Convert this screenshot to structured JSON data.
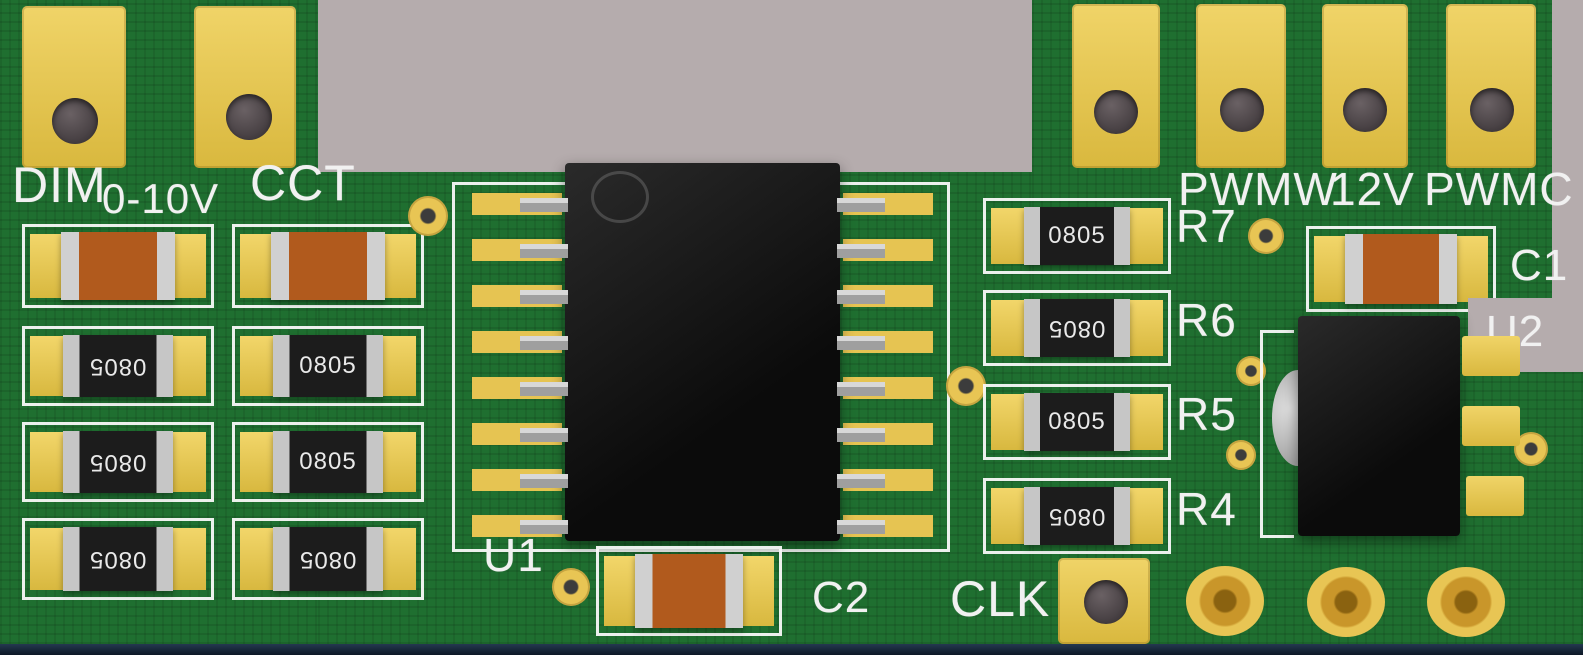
{
  "silkscreen": {
    "dim": "DIM",
    "dim_range": "0-10V",
    "cct": "CCT",
    "pwmw": "PWMW",
    "v12": "12V",
    "pwmc": "PWMC",
    "r7": "R7",
    "r6": "R6",
    "r5": "R5",
    "r4": "R4",
    "c1": "C1",
    "c2": "C2",
    "u1": "U1",
    "u2": "U2",
    "clk": "CLK"
  },
  "markings": {
    "smd": "0805"
  },
  "colors": {
    "background_gray": "#b5acad",
    "board_green": "#1f6f30",
    "pad_gold": "#e8c554",
    "silkscreen_white": "#f1f1f1",
    "ic_black": "#141414",
    "capacitor_orange": "#b15a1d",
    "terminal_gray": "#c6c6c6",
    "drill_hole_dark": "#4a4245",
    "board_edge_blue": "#16273d"
  }
}
